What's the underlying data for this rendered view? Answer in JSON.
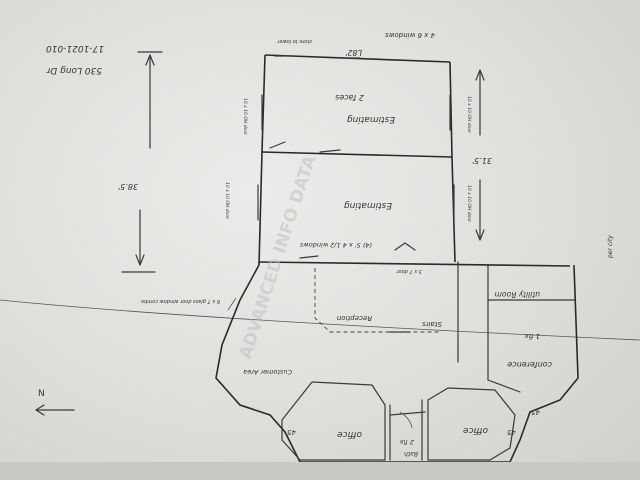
{
  "sketch": {
    "header_address": "530 Long Dr",
    "header_job": "17-1021-010",
    "top_window_note": "4 x 6 windows",
    "top_dimension": "L82'",
    "storage_note": "store to lower",
    "upper_room_label": "Estimating",
    "upper_room_sub": "2 faces",
    "lower_room_label": "Estimating",
    "middle_dimension": "31.5'",
    "left_dimension": "38.5'",
    "left_door_note": "10 x 10 OH door",
    "left_door_note_lower": "10 x 10 OH door",
    "right_door_note": "10 x 10 OH door",
    "right_door_note_lower": "10 x 10 OH door",
    "row_windows_note": "(4) 5' x 4 1/2 windows",
    "row_dims_note": "3 x 7 door",
    "utility_label": "utility Room",
    "reception_label": "Reception",
    "stairs_label": "Stairs",
    "conference_label": "conference",
    "conference_sub": "1 fix",
    "customer_area_label": "Customer Area",
    "storefront_note": "6 x 7 glass door window combo",
    "office_left_label": "office",
    "office_right_label": "office",
    "bath_label": "Bath",
    "small_room_label": "2 fix",
    "angle_label_left": "45",
    "angle_label_right": "45",
    "angle_label_conf": "45",
    "north_label": "N",
    "city_note": "per city",
    "watermark": "ADVANCED INFO DATA"
  }
}
